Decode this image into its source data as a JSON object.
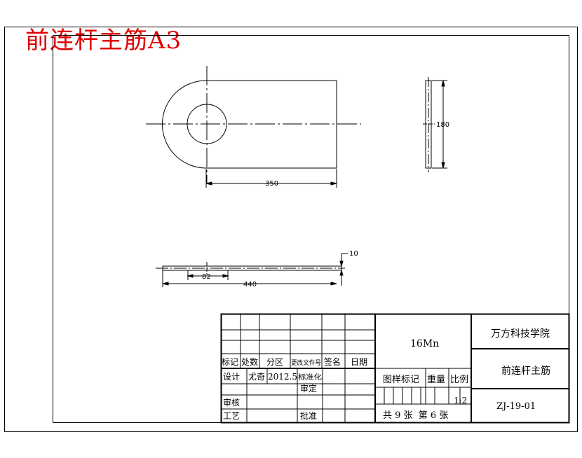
{
  "sheet_title": "前连杆主筋A3",
  "dimensions": {
    "top_length": "350",
    "side_height": "180",
    "thickness": "10",
    "bottom_offset": "82",
    "bottom_length": "440"
  },
  "title_block": {
    "material": "16Mn",
    "institution": "万方科技学院",
    "part_name": "前连杆主筋",
    "drawing_number": "ZJ-19-01",
    "scale": "1:2",
    "sheet_info": "共 9 张  第 6 张",
    "headers": {
      "mark": "标记",
      "count": "处数",
      "zone": "分区",
      "change_doc": "更改文件号",
      "signature": "签名",
      "date": "日期"
    },
    "rows": {
      "design": "设计",
      "designer": "尤奇",
      "design_date": "2012.5",
      "standardize": "标准化",
      "review": "审核",
      "approve_review": "审定",
      "process": "工艺",
      "approve": "批准"
    },
    "labels": {
      "stage_mark": "图样标记",
      "weight": "重量",
      "scale_label": "比例"
    }
  }
}
